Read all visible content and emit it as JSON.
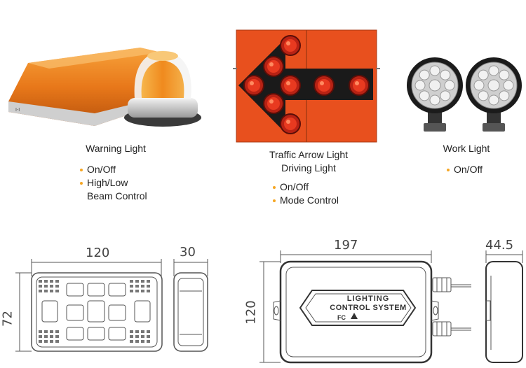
{
  "accent_color": "#f5a623",
  "products": [
    {
      "title": "Warning Light",
      "features": [
        "On/Off",
        "High/Low",
        "Beam Control"
      ]
    },
    {
      "title_line1": "Traffic Arrow Light",
      "title_line2": "Driving Light",
      "features": [
        "On/Off",
        "Mode Control"
      ]
    },
    {
      "title": "Work Light",
      "features": [
        "On/Off"
      ]
    }
  ],
  "drawings": {
    "left": {
      "width": "120",
      "depth": "30",
      "height": "72"
    },
    "right": {
      "width": "197",
      "depth": "44.5",
      "height": "120",
      "label_line1": "LIGHTING",
      "label_line2": "CONTROL SYSTEM",
      "mark": "FC"
    }
  }
}
